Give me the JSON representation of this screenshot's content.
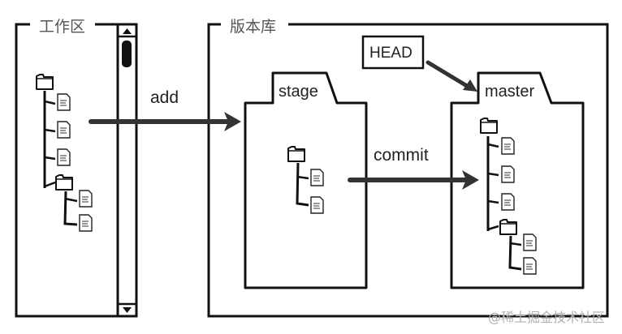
{
  "workspace": {
    "title": "工作区",
    "scrollbar": {
      "up_icon": "triangle-up-icon",
      "down_icon": "triangle-down-icon"
    }
  },
  "repository": {
    "title": "版本库",
    "stage": {
      "label": "stage"
    },
    "master": {
      "label": "master"
    },
    "head": {
      "label": "HEAD"
    }
  },
  "arrows": {
    "add": "add",
    "commit": "commit"
  },
  "icons": {
    "folder": "folder-icon",
    "file": "file-icon"
  },
  "colors": {
    "line": "#111111",
    "arrow": "#333333",
    "label": "#222222",
    "watermark": "#b0b0b0"
  },
  "watermark": "@稀土掘金技术社区"
}
